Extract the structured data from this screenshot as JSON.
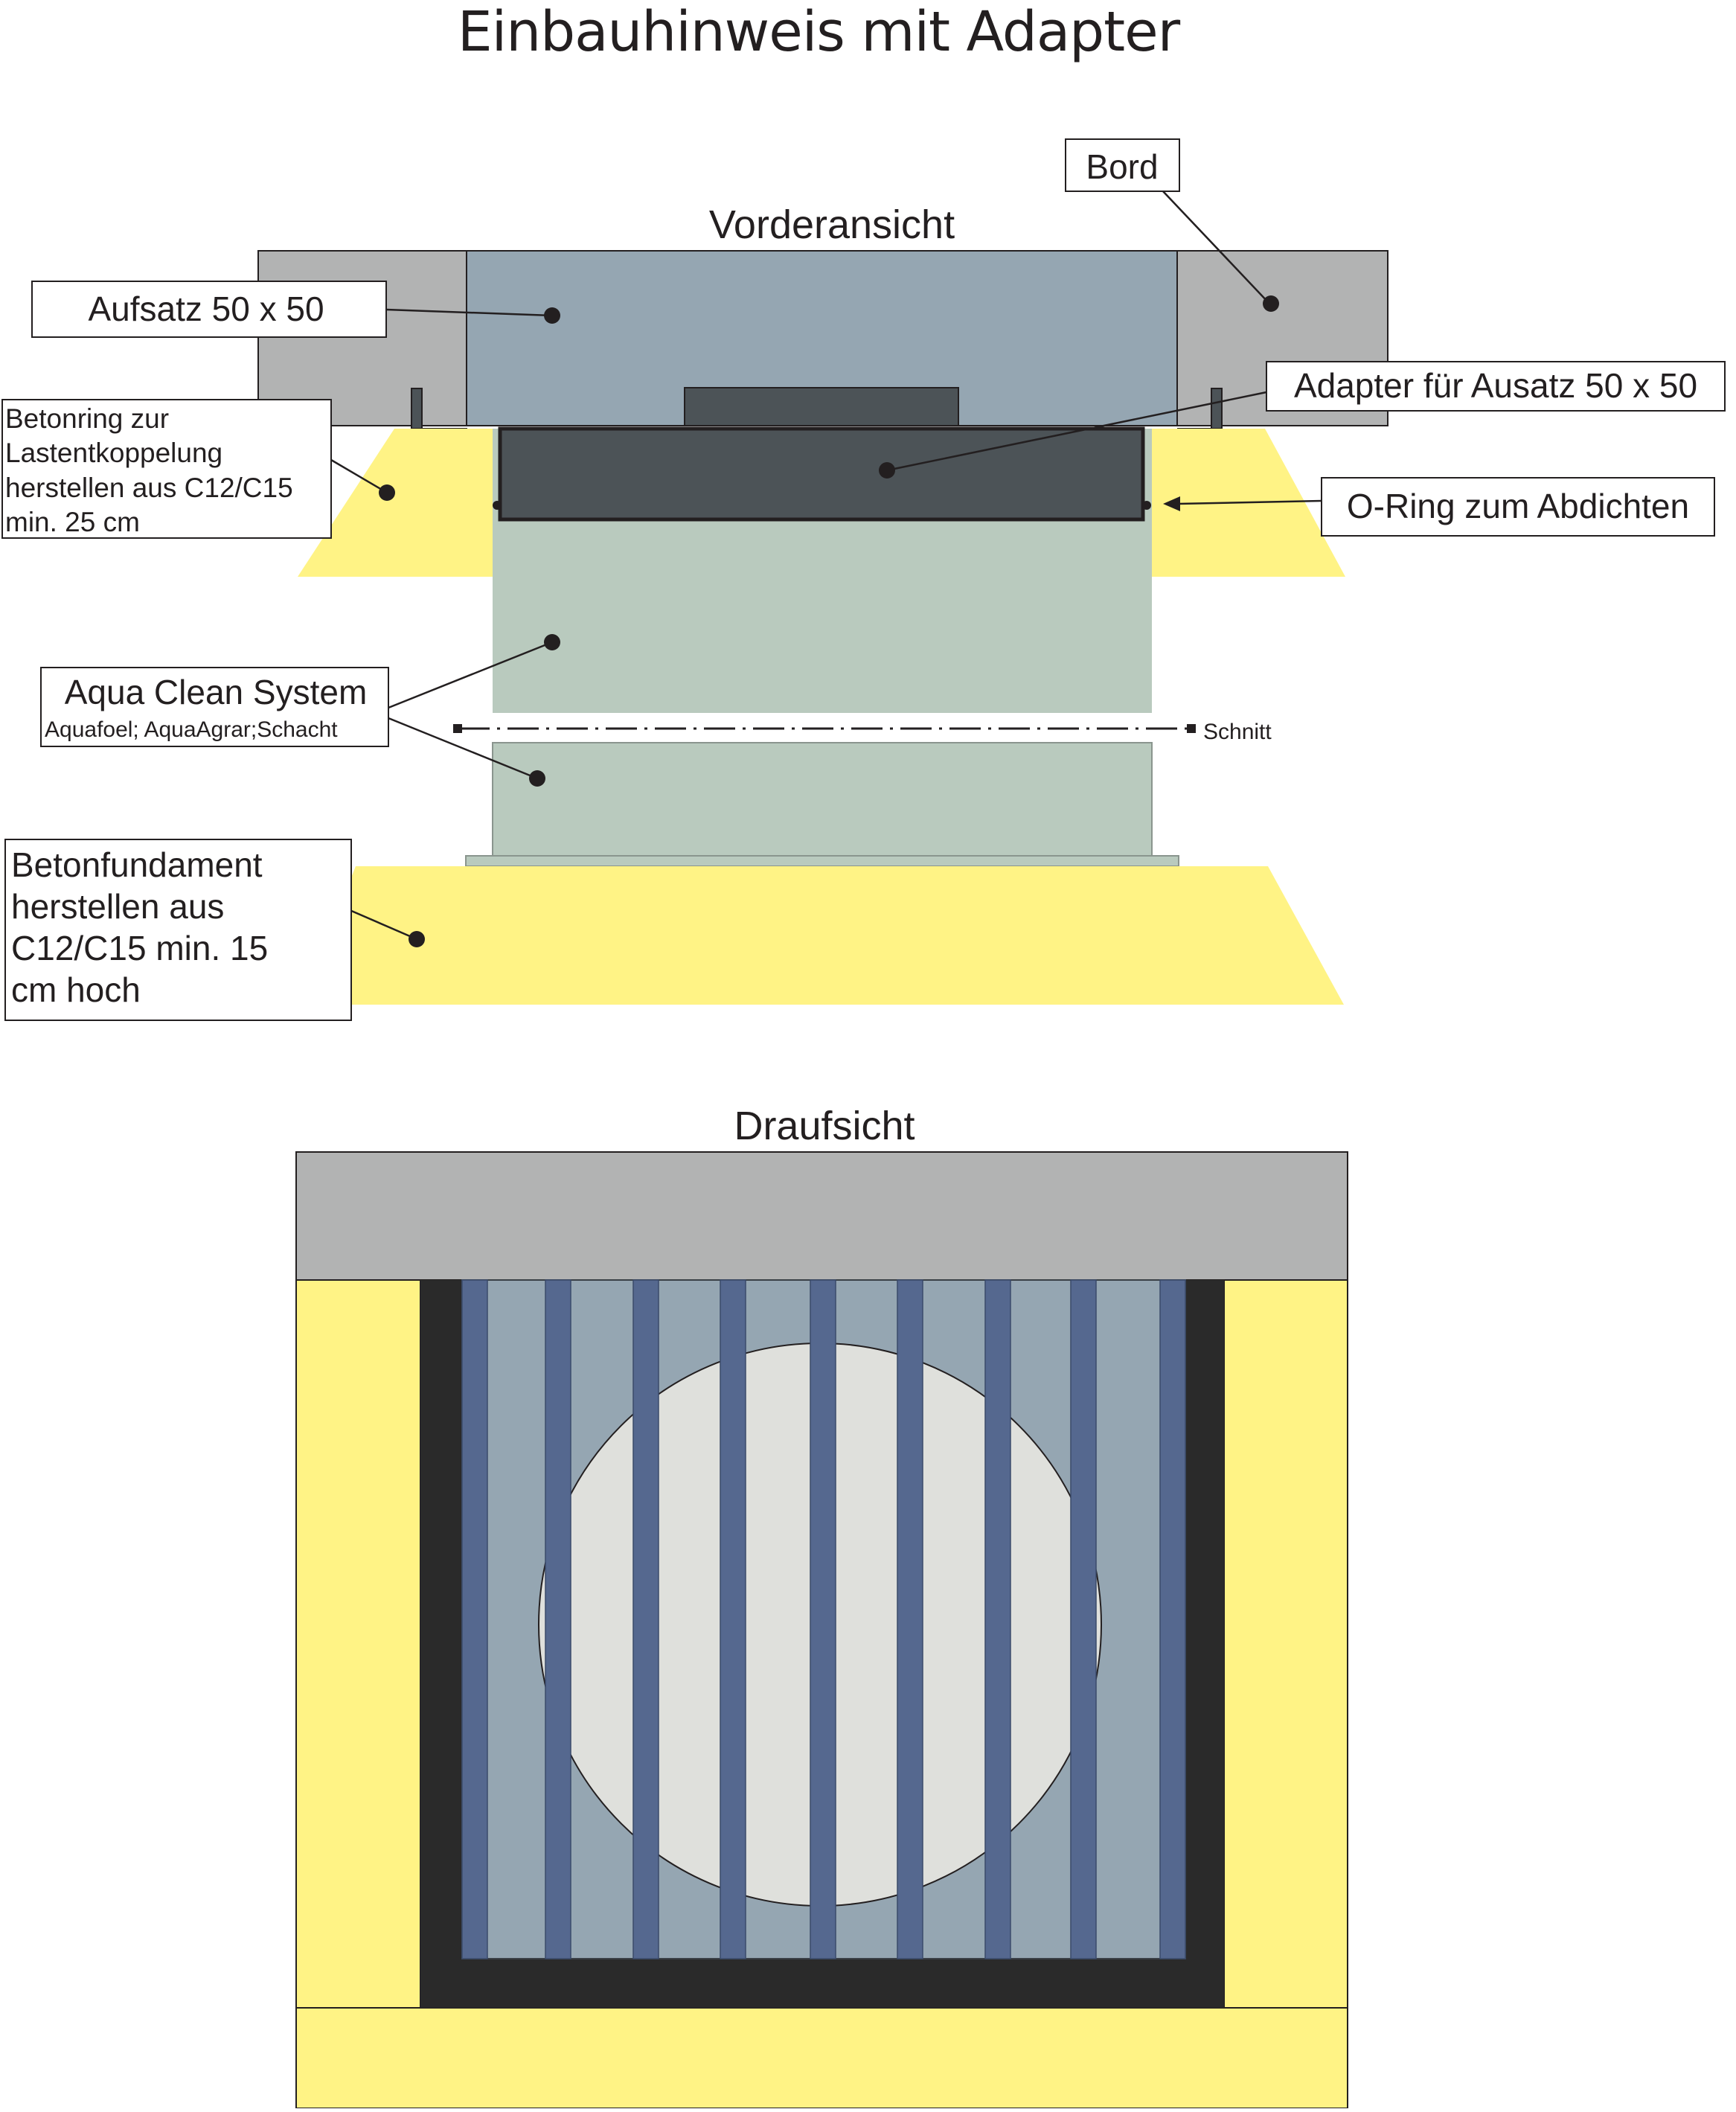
{
  "title": "Einbauhinweis mit Adapter",
  "views": {
    "front": "Vorderansicht",
    "top": "Draufsicht"
  },
  "labels": {
    "bord": "Bord",
    "aufsatz": "Aufsatz 50 x 50",
    "adapter": "Adapter für Ausatz 50 x 50",
    "oring": "O-Ring zum Abdichten",
    "betonring": [
      "Betonring zur",
      "Lastentkoppelung",
      "herstellen aus C12/C15",
      "min. 25 cm"
    ],
    "aqua_title": "Aqua Clean System",
    "aqua_sub": "Aquafoel; AquaAgrar;Schacht",
    "schnitt": "Schnitt",
    "fundament": [
      "Betonfundament",
      "herstellen aus",
      "C12/C15 min. 15",
      "cm hoch"
    ]
  },
  "colors": {
    "bord_gray": "#b2b3b3",
    "aufsatz_blue": "#95a6b2",
    "adapter_dark": "#4c5357",
    "concrete_yellow": "#fff385",
    "system_green": "#b9cabe",
    "grate_bar": "#55688f",
    "frame_black": "#2a2a2a",
    "pipe_light": "#dfe0dc",
    "line": "#231f20"
  }
}
